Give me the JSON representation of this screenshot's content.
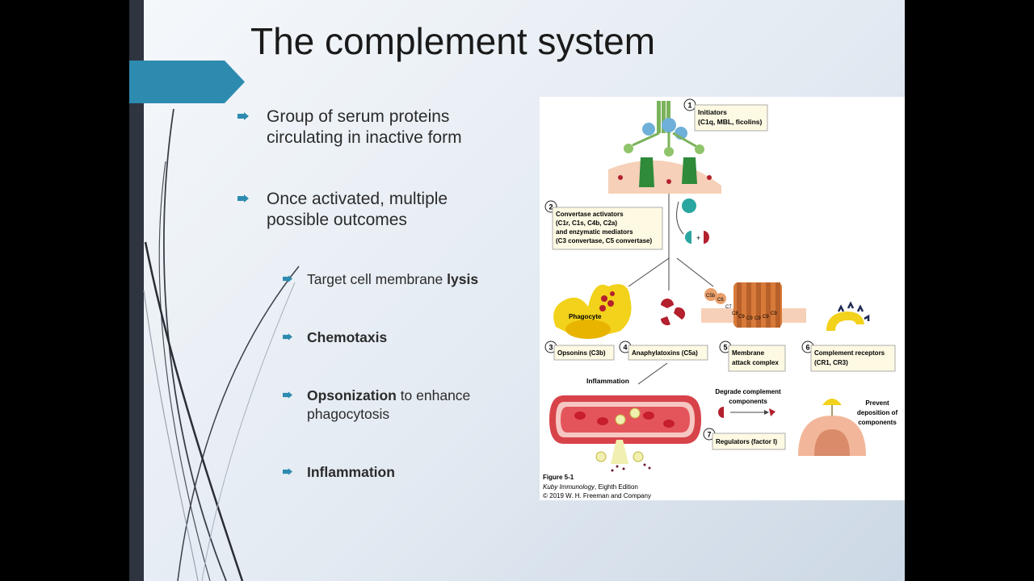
{
  "slide": {
    "title": "The complement system",
    "bullets_l1": [
      {
        "line1": "Group of serum proteins",
        "line2": "circulating in inactive form"
      },
      {
        "line1": "Once activated, multiple",
        "line2": "possible outcomes"
      }
    ],
    "bullets_l2": {
      "lysis_pre": "Target cell membrane ",
      "lysis_bold": "lysis",
      "chemotaxis": "Chemotaxis",
      "opsonization_bold": "Opsonization",
      "opsonization_rest": " to enhance",
      "opsonization_line2": "phagocytosis",
      "inflammation": "Inflammation"
    }
  },
  "figure": {
    "box1": {
      "num": "1",
      "l1": "Initiators",
      "l2": "(C1q, MBL, ficolins)"
    },
    "box2": {
      "num": "2",
      "l1": "Convertase activators",
      "l2": "(C1r, C1s, C4b, C2a)",
      "l3": "and enzymatic mediators",
      "l4": "(C3 convertase, C5 convertase)"
    },
    "plus": "+",
    "phagocyte": "Phagocyte",
    "mac_labels": [
      "C5b",
      "C6",
      "C7",
      "C8",
      "C9",
      "C9",
      "C9",
      "C9",
      "C9"
    ],
    "box3": {
      "num": "3",
      "label": "Opsonins (C3b)"
    },
    "box4": {
      "num": "4",
      "label": "Anaphylatoxins (C5a)"
    },
    "box5": {
      "num": "5",
      "l1": "Membrane",
      "l2": "attack complex"
    },
    "box6": {
      "num": "6",
      "l1": "Complement receptors",
      "l2": "(CR1, CR3)"
    },
    "inflammation_label": "Inflammation",
    "degrade": {
      "l1": "Degrade complement",
      "l2": "components"
    },
    "box7": {
      "num": "7",
      "label": "Regulators (factor I)"
    },
    "prevent": {
      "l1": "Prevent",
      "l2": "deposition of",
      "l3": "components"
    },
    "caption": {
      "fig": "Figure 5-1",
      "book": "Kuby Immunology",
      "edition": ", Eighth Edition",
      "copy": "© 2019 W. H. Freeman and Company"
    },
    "colors": {
      "accent_tab": "#2e8bb0",
      "box_fill": "#fdf9e3",
      "yellow": "#f2d21a",
      "green": "#2f8a3a",
      "teal": "#2aa6a0",
      "crimson": "#b3202e",
      "vessel": "#d8434a"
    }
  }
}
